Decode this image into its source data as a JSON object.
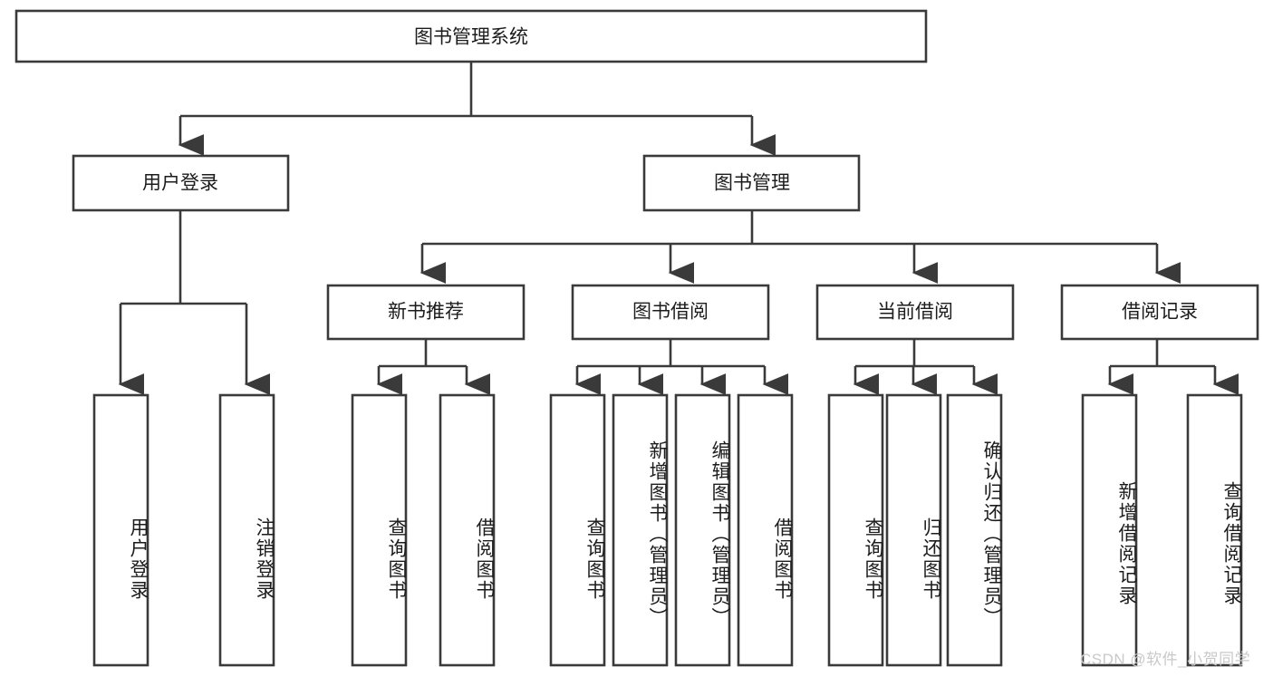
{
  "diagram": {
    "type": "tree-hierarchy",
    "title": "图书管理系统",
    "levels": 4,
    "root": {
      "id": "root",
      "label": "图书管理系统",
      "orientation": "horizontal"
    },
    "level2": [
      {
        "id": "user-login",
        "label": "用户登录",
        "orientation": "horizontal"
      },
      {
        "id": "book-management",
        "label": "图书管理",
        "orientation": "horizontal"
      }
    ],
    "level3": [
      {
        "id": "new-book-recommend",
        "label": "新书推荐",
        "orientation": "horizontal",
        "parent": "book-management"
      },
      {
        "id": "book-borrow",
        "label": "图书借阅",
        "orientation": "horizontal",
        "parent": "book-management"
      },
      {
        "id": "current-borrow",
        "label": "当前借阅",
        "orientation": "horizontal",
        "parent": "book-management"
      },
      {
        "id": "borrow-record",
        "label": "借阅记录",
        "orientation": "horizontal",
        "parent": "book-management"
      }
    ],
    "leaves": [
      {
        "id": "leaf-user-login",
        "label": "用户登录",
        "orientation": "vertical",
        "parent": "user-login"
      },
      {
        "id": "leaf-logout-login",
        "label": "注销登录",
        "orientation": "vertical",
        "parent": "user-login"
      },
      {
        "id": "leaf-query-book-1",
        "label": "查询图书",
        "orientation": "vertical",
        "parent": "new-book-recommend"
      },
      {
        "id": "leaf-borrow-book-1",
        "label": "借阅图书",
        "orientation": "vertical",
        "parent": "new-book-recommend"
      },
      {
        "id": "leaf-query-book-2",
        "label": "查询图书",
        "orientation": "vertical",
        "parent": "book-borrow"
      },
      {
        "id": "leaf-add-book",
        "label": "新增图书（管理员）",
        "orientation": "vertical",
        "parent": "book-borrow"
      },
      {
        "id": "leaf-edit-book",
        "label": "编辑图书（管理员）",
        "orientation": "vertical",
        "parent": "book-borrow"
      },
      {
        "id": "leaf-borrow-book-2",
        "label": "借阅图书",
        "orientation": "vertical",
        "parent": "book-borrow"
      },
      {
        "id": "leaf-query-book-3",
        "label": "查询图书",
        "orientation": "vertical",
        "parent": "current-borrow"
      },
      {
        "id": "leaf-return-book",
        "label": "归还图书",
        "orientation": "vertical",
        "parent": "current-borrow"
      },
      {
        "id": "leaf-confirm-return",
        "label": "确认归还（管理员）",
        "orientation": "vertical",
        "parent": "current-borrow"
      },
      {
        "id": "leaf-add-record",
        "label": "新增借阅记录",
        "orientation": "vertical",
        "parent": "borrow-record"
      },
      {
        "id": "leaf-query-record",
        "label": "查询借阅记录",
        "orientation": "vertical",
        "parent": "borrow-record"
      }
    ],
    "colors": {
      "stroke": "#3a3a3a",
      "fill": "#ffffff",
      "text": "#1c1c1c",
      "background": "#ffffff",
      "watermark": "#c9c9c9"
    }
  },
  "watermark": {
    "text": "CSDN @软件_小贺同学"
  }
}
